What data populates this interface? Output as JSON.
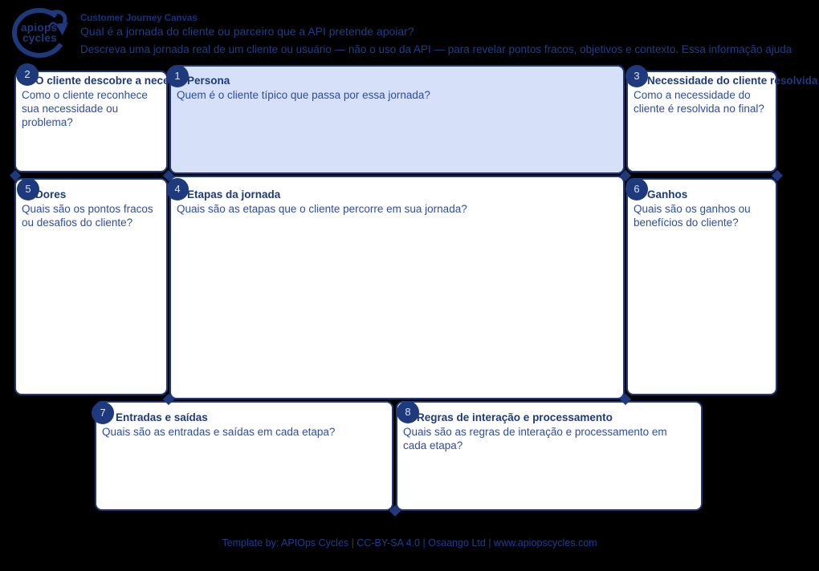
{
  "header": {
    "logo_line1": "apiops",
    "logo_line2": "cycles",
    "title": "Customer Journey Canvas",
    "question": "Qual é a jornada do cliente ou parceiro que a API pretende apoiar?",
    "description": "Descreva uma jornada real de um cliente ou usuário — não o uso da API — para revelar pontos fracos, objetivos e contexto. Essa informação ajuda"
  },
  "cards": {
    "persona": {
      "number": "1",
      "title": "Persona",
      "prompt": "Quem é o cliente típico que passa por essa jornada?"
    },
    "discover": {
      "number": "2",
      "title": "O cliente descobre a necessidade",
      "prompt": "Como o cliente reconhece sua necessidade ou problema?"
    },
    "resolved": {
      "number": "3",
      "title": "Necessidade do cliente resolvida",
      "prompt": "Como a necessidade do cliente é resolvida no final?"
    },
    "steps": {
      "number": "4",
      "title": "Etapas da jornada",
      "prompt": "Quais são as etapas que o cliente percorre em sua jornada?"
    },
    "pains": {
      "number": "5",
      "title": "Dores",
      "prompt": "Quais são os pontos fracos ou desafios do cliente?"
    },
    "gains": {
      "number": "6",
      "title": "Ganhos",
      "prompt": "Quais são os ganhos ou benefícios do cliente?"
    },
    "inputs_outputs": {
      "number": "7",
      "title": "Entradas e saídas",
      "prompt": "Quais são as entradas e saídas em cada etapa?"
    },
    "rules": {
      "number": "8",
      "title": "Regras de interação e processamento",
      "prompt": "Quais são as regras de interação e processamento em cada etapa?"
    }
  },
  "footer": {
    "credit": "Template by: APIOps Cycles | CC-BY-SA 4.0 | Osaango Ltd | www.apiopscycles.com"
  },
  "colors": {
    "background": "#000000",
    "navy": "#1e3a7c",
    "body_text": "#2e4da3",
    "header_text": "#1d3e8f",
    "highlight_fill": "#d6e0f8",
    "card_fill": "#ffffff",
    "badge_text": "#d9e3fa"
  }
}
